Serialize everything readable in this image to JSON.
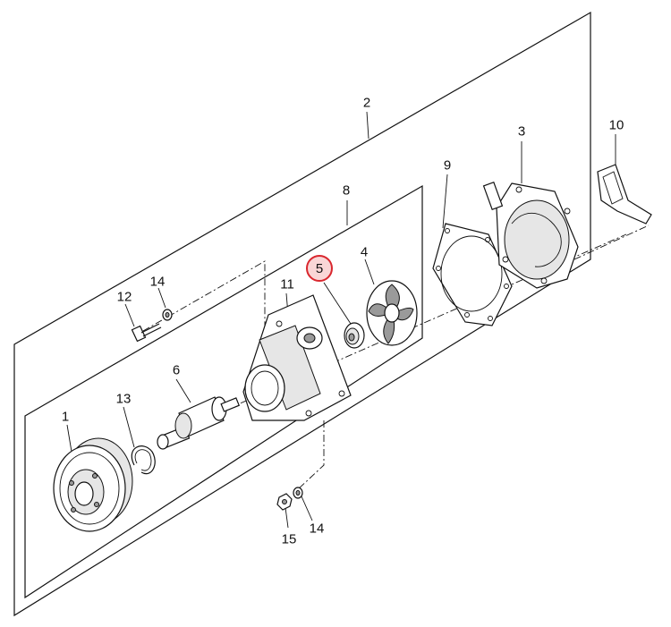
{
  "highlight_color": "#d9272e",
  "callouts": {
    "c1": "1",
    "c2": "2",
    "c3": "3",
    "c4": "4",
    "c5": "5",
    "c6": "6",
    "c8": "8",
    "c9": "9",
    "c10": "10",
    "c11": "11",
    "c12": "12",
    "c13": "13",
    "c14a": "14",
    "c14b": "14",
    "c15": "15"
  },
  "highlighted_part": "5"
}
